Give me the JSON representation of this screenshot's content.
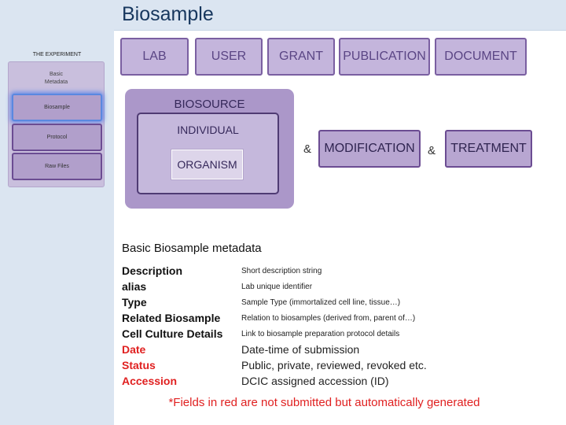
{
  "slide": {
    "title": "Biosample"
  },
  "sidebar": {
    "experiment_label": "THE EXPERIMENT",
    "basic_metadata": "Basic\nMetadata",
    "items": [
      {
        "label": "Biosample",
        "selected": true
      },
      {
        "label": "Protocol",
        "selected": false
      },
      {
        "label": "Raw Files",
        "selected": false
      }
    ]
  },
  "top_boxes": [
    "LAB",
    "USER",
    "GRANT",
    "PUBLICATION",
    "DOCUMENT"
  ],
  "biosource": {
    "label": "BIOSOURCE",
    "individual": "INDIVIDUAL",
    "organism": "ORGANISM"
  },
  "connectors": [
    "&",
    "&"
  ],
  "modification": "MODIFICATION",
  "treatment": "TREATMENT",
  "section_heading": "Basic Biosample metadata",
  "fields": [
    {
      "name": "Description",
      "desc": "Short description string",
      "auto": false
    },
    {
      "name": "alias",
      "desc": "Lab unique identifier",
      "auto": false
    },
    {
      "name": "Type",
      "desc": "Sample Type (immortalized cell line, tissue…)",
      "auto": false
    },
    {
      "name": "Related Biosample",
      "desc": "Relation to biosamples (derived from, parent of…)",
      "auto": false
    },
    {
      "name": "Cell Culture Details",
      "desc": "Link to biosample preparation protocol details",
      "auto": false
    },
    {
      "name": "Date",
      "desc": "Date-time of submission",
      "auto": true
    },
    {
      "name": "Status",
      "desc": "Public, private, reviewed, revoked etc.",
      "auto": true
    },
    {
      "name": "Accession",
      "desc": "DCIC assigned accession (ID)",
      "auto": true
    }
  ],
  "footnote": "*Fields in red are not submitted but automatically generated",
  "colors": {
    "auto_field": "#e02020",
    "box_fill": "#c4b5dc",
    "box_border": "#7a5fa1",
    "selected_glow": "#4678eb"
  }
}
